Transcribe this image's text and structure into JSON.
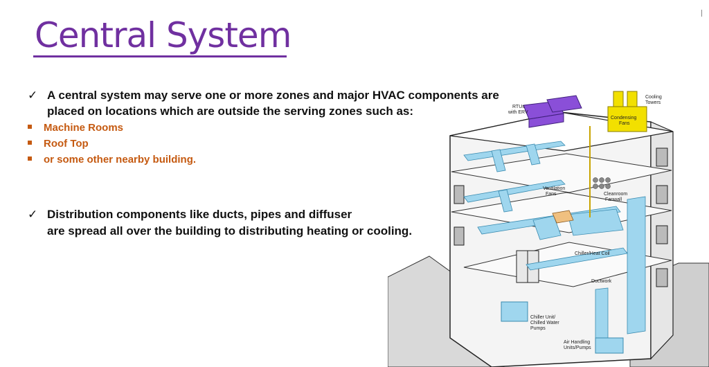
{
  "slide": {
    "title": "Central System",
    "bullets": [
      {
        "check": "✓",
        "lines": [
          "A central system may serve one or more zones and major HVAC components are",
          "placed on  locations which are outside the serving zones such as:"
        ]
      },
      {
        "check": "✓",
        "lines": [
          "Distribution components like ducts, pipes and diffuser",
          "are spread all over the building to distributing heating or cooling."
        ]
      }
    ],
    "sub_items": [
      "Machine Rooms",
      "Roof Top",
      "or some other nearby building."
    ]
  },
  "diagram": {
    "labels": {
      "cooling_towers_1": "Cooling",
      "cooling_towers_2": "Towers",
      "rtus_1": "RTUs",
      "rtus_2": "with ERV",
      "condensing_1": "Condensing",
      "condensing_2": "Fans",
      "ventilation_1": "Ventilation",
      "ventilation_2": "Fans",
      "cleanroom_1": "Cleanroom",
      "cleanroom_2": "Fanwall",
      "chiller_coil": "Chiller/Heat Coil",
      "ductwork": "Ductwork",
      "chiller_unit_1": "Chiller Unit/",
      "chiller_unit_2": "Chilled Water",
      "chiller_unit_3": "Pumps",
      "ahu_1": "Air Handling",
      "ahu_2": "Units/Pumps"
    },
    "colors": {
      "duct": "#9fd6ee",
      "rtu": "#8a4fd8",
      "tower": "#f2e000",
      "title": "#7030a0",
      "sub": "#c55a11"
    }
  }
}
